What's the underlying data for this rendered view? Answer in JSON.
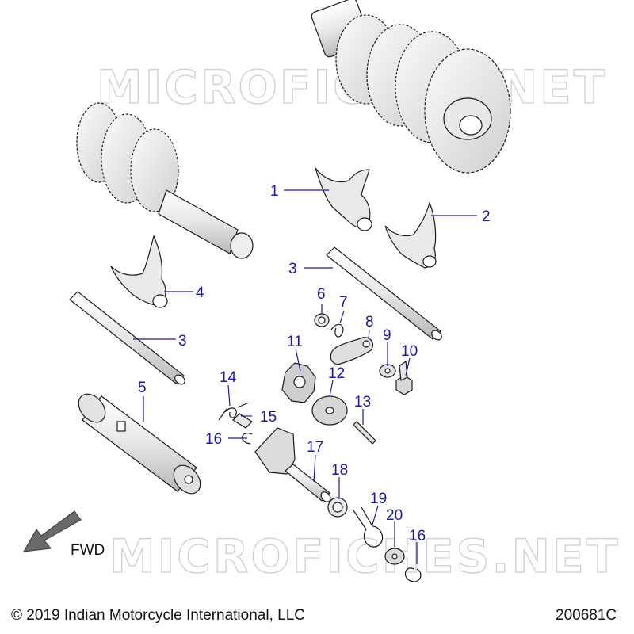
{
  "watermark": {
    "text": "MICROFICHES.NET"
  },
  "direction_label": "FWD",
  "footer": {
    "copyright": "© 2019 Indian Motorcycle International, LLC",
    "figure_id": "200681C"
  },
  "callouts": [
    "1",
    "2",
    "3",
    "3",
    "4",
    "5",
    "6",
    "7",
    "8",
    "9",
    "10",
    "11",
    "12",
    "13",
    "14",
    "15",
    "16",
    "16",
    "17",
    "18",
    "19",
    "20"
  ],
  "colors": {
    "callout": "#1a1a9c",
    "line": "#1a1a1a",
    "part_fill": "#f2f2f2",
    "part_shade": "#d0d0d0"
  },
  "icons": [
    "fwd-arrow-icon"
  ]
}
